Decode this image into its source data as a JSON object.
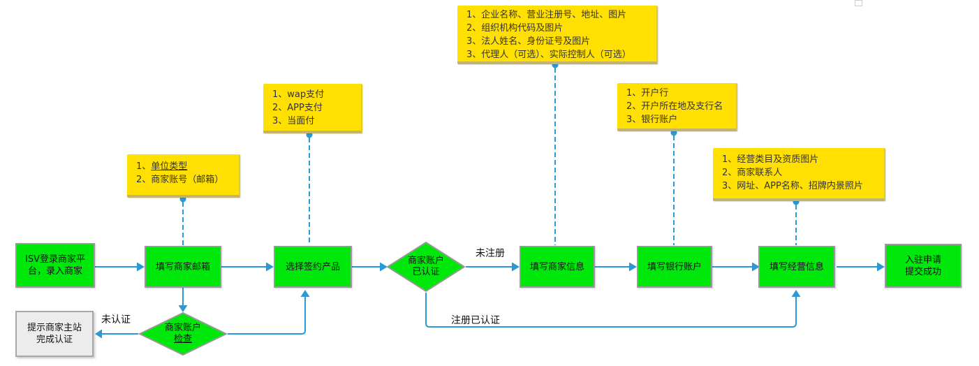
{
  "diagram": {
    "title": "merchant-onboarding-flowchart",
    "colors": {
      "node_green": "#00e70b",
      "node_border": "#9a9a9a",
      "note_yellow": "#ffe000",
      "connector_blue": "#2b99d5",
      "notice_gray": "#ececec"
    },
    "nodes": {
      "isv": {
        "label": "ISV登录商家平台，录入商家"
      },
      "email": {
        "label": "填写商家邮箱"
      },
      "product": {
        "label": "选择签约产品"
      },
      "verified_check": {
        "line1": "商家账户",
        "line2": "已认证"
      },
      "merchant_info": {
        "label": "填写商家信息"
      },
      "bank_account": {
        "label": "填写银行账户"
      },
      "business_info": {
        "label": "填写经营信息"
      },
      "success": {
        "label": "入驻申请\n提交成功"
      },
      "account_check": {
        "line1": "商家账户",
        "line2": "检查"
      },
      "notice": {
        "label": "提示商家主站\n完成认证"
      }
    },
    "notes": {
      "company": {
        "lines": [
          "1、企业名称、营业注册号、地址、图片",
          "2、组织机构代码及图片",
          "3、法人姓名、身份证号及图片",
          "3、代理人（可选）、实际控制人（可选）"
        ]
      },
      "product": {
        "lines": [
          "1、wap支付",
          "2、APP支付",
          "3、当面付"
        ]
      },
      "bank": {
        "lines": [
          "1、开户行",
          "2、开户所在地及支行名",
          "3、银行账户"
        ]
      },
      "unit": {
        "line1_prefix": "1、",
        "line1_underlined": "单位类型",
        "line2": "2、商家账号（邮箱）"
      },
      "business": {
        "lines": [
          "1、经营类目及资质图片",
          "2、商家联系人",
          "3、网址、APP名称、招牌内景照片"
        ]
      }
    },
    "edge_labels": {
      "not_registered": "未注册",
      "registered_verified": "注册已认证",
      "not_verified": "未认证"
    }
  }
}
